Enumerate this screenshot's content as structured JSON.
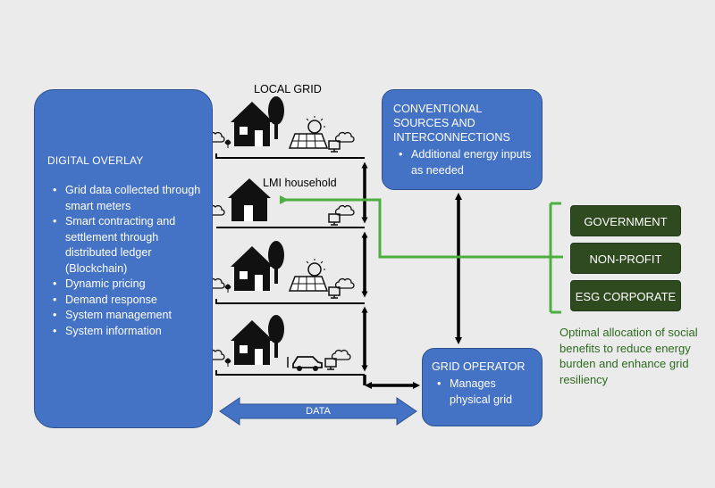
{
  "digital_overlay": {
    "title": "DIGITAL OVERLAY",
    "items": [
      "Grid data collected through smart meters",
      "Smart contracting and settlement through distributed ledger (Blockchain)",
      "Dynamic pricing",
      "Demand response",
      "System management",
      "System information"
    ]
  },
  "local_grid": {
    "label": "LOCAL GRID"
  },
  "lmi_household": {
    "label": "LMI household"
  },
  "conventional": {
    "title_lines": [
      "CONVENTIONAL",
      "SOURCES AND",
      "INTERCONNECTIONS"
    ],
    "items": [
      "Additional energy inputs as needed"
    ]
  },
  "grid_operator": {
    "title": "GRID OPERATOR",
    "items": [
      "Manages physical grid"
    ]
  },
  "stakeholders": [
    "GOVERNMENT",
    "NON-PROFIT",
    "ESG CORPORATE"
  ],
  "benefit_text": "Optimal allocation of social benefits to reduce energy burden and enhance grid resiliency",
  "data_arrow_label": "DATA",
  "colors": {
    "box_blue": "#4472c4",
    "stakeholder_green": "#2e4a1e",
    "connector_green": "#4caf3f",
    "benefit_text_green": "#2d6a1e",
    "background": "#ebebeb"
  },
  "icons": [
    "house-icon",
    "tree-icon",
    "solar-panel-icon",
    "cloud-computer-icon",
    "electric-car-icon"
  ]
}
